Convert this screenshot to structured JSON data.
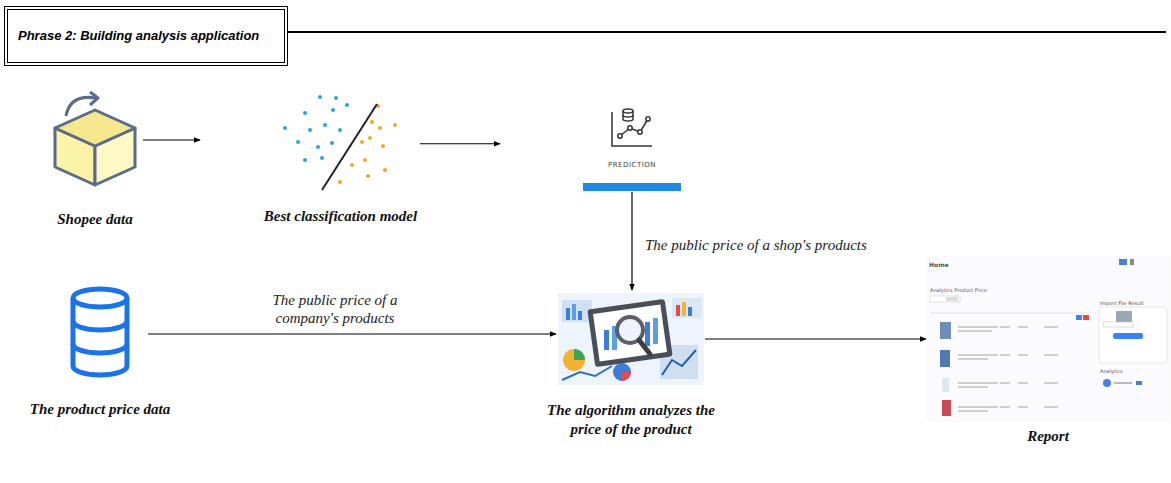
{
  "diagram": {
    "title": "Phrase 2: Building analysis application",
    "nodes": [
      {
        "text": [
          "Shopee data"
        ]
      },
      {
        "text": [
          "Best classification model"
        ]
      },
      {
        "text": [
          "PREDICTION"
        ]
      },
      {
        "text": [
          "The product price data"
        ]
      },
      {
        "text": [
          "The algorithm analyzes the price of the product"
        ]
      },
      {
        "text": [
          "Report"
        ]
      }
    ],
    "edges": [
      {
        "from": 0,
        "to": 1,
        "arrow": "to"
      },
      {
        "from": 1,
        "to": 2,
        "arrow": "to"
      },
      {
        "from": 2,
        "to": 4,
        "label": "The public price of a shop's products",
        "arrow": "to"
      },
      {
        "from": 3,
        "to": 4,
        "label": "The public price of a company's products",
        "arrow": "to"
      },
      {
        "from": 4,
        "to": 5,
        "arrow": "to"
      }
    ],
    "labels": [
      "Home",
      "Analytics Product Price",
      "Import File Result",
      "Analytics"
    ]
  }
}
